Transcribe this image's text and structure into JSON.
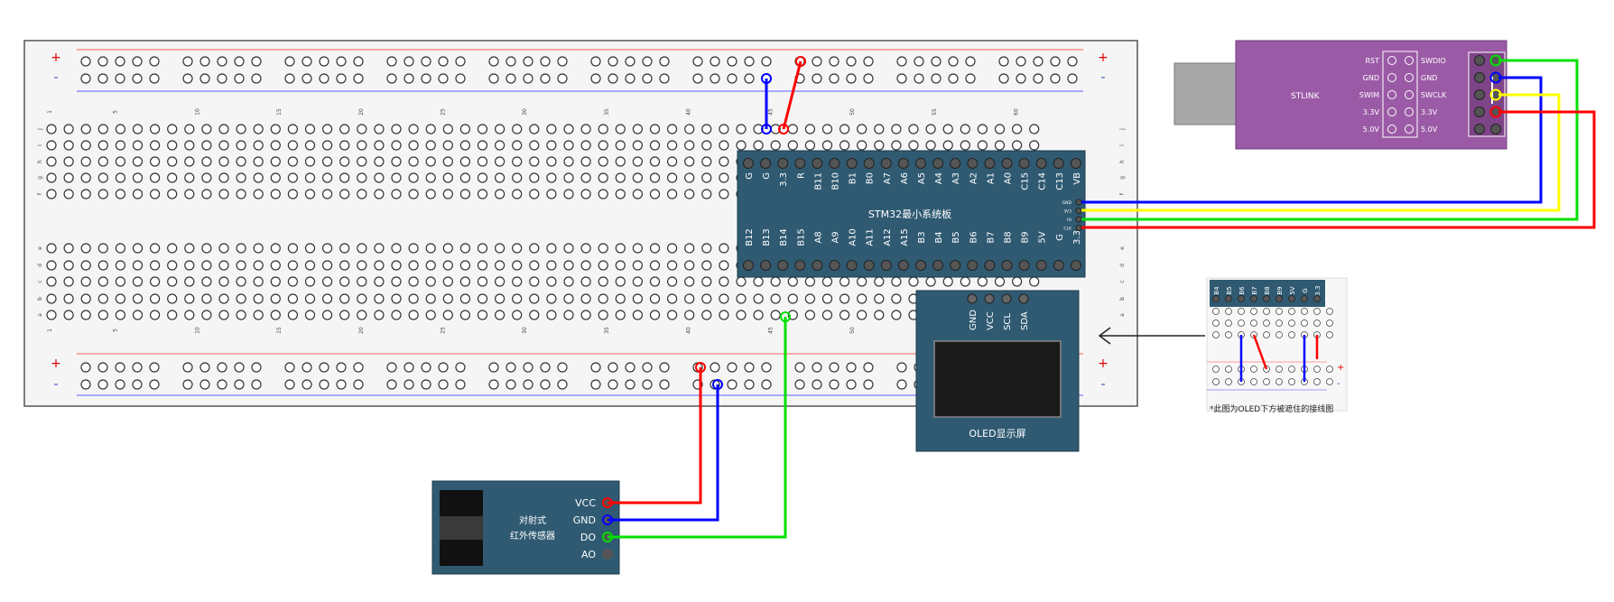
{
  "breadboard": {
    "rail_plus": "+",
    "rail_minus": "-",
    "column_numbers": [
      "1",
      "5",
      "10",
      "15",
      "20",
      "25",
      "30",
      "35",
      "40",
      "45",
      "50",
      "55",
      "60"
    ],
    "row_letters_top": [
      "j",
      "i",
      "h",
      "g",
      "f"
    ],
    "row_letters_bottom": [
      "e",
      "d",
      "c",
      "b",
      "a"
    ]
  },
  "stm32": {
    "label": "STM32最小系统板",
    "top_pins": [
      "G",
      "G",
      "3.3",
      "R",
      "B11",
      "B10",
      "B1",
      "B0",
      "A7",
      "A6",
      "A5",
      "A4",
      "A3",
      "A2",
      "A1",
      "A0",
      "C15",
      "C14",
      "C13",
      "VB"
    ],
    "bottom_pins": [
      "B12",
      "B13",
      "B14",
      "B15",
      "A8",
      "A9",
      "A10",
      "A11",
      "A12",
      "A15",
      "B3",
      "B4",
      "B5",
      "B6",
      "B7",
      "B8",
      "B9",
      "5V",
      "G",
      "3.3"
    ],
    "side_pins": [
      "GND",
      "3V3",
      "IO",
      "CLK"
    ]
  },
  "stlink": {
    "label": "STLINK",
    "left_labels": [
      "RST",
      "GND",
      "SWIM",
      "3.3V",
      "5.0V"
    ],
    "right_labels": [
      "SWDIO",
      "GND",
      "SWCLK",
      "3.3V",
      "5.0V"
    ]
  },
  "oled": {
    "pins": [
      "GND",
      "VCC",
      "SCL",
      "SDA"
    ],
    "label": "OLED显示屏"
  },
  "ir_sensor": {
    "label_line1": "对射式",
    "label_line2": "红外传感器",
    "pins": [
      "VCC",
      "GND",
      "DO",
      "AO"
    ]
  },
  "inset": {
    "pins": [
      "B4",
      "B5",
      "B6",
      "B7",
      "B8",
      "B9",
      "5V",
      "G",
      "3.3"
    ],
    "caption": "*此图为OLED下方被遮住的接线图"
  },
  "colors": {
    "vcc_wire": "#ff0000",
    "gnd_wire": "#0000ff",
    "signal_wire": "#00e000",
    "swclk_wire": "#ffff00",
    "board_teal": "#2f5a72",
    "stlink_purple": "#9b5aa6"
  }
}
